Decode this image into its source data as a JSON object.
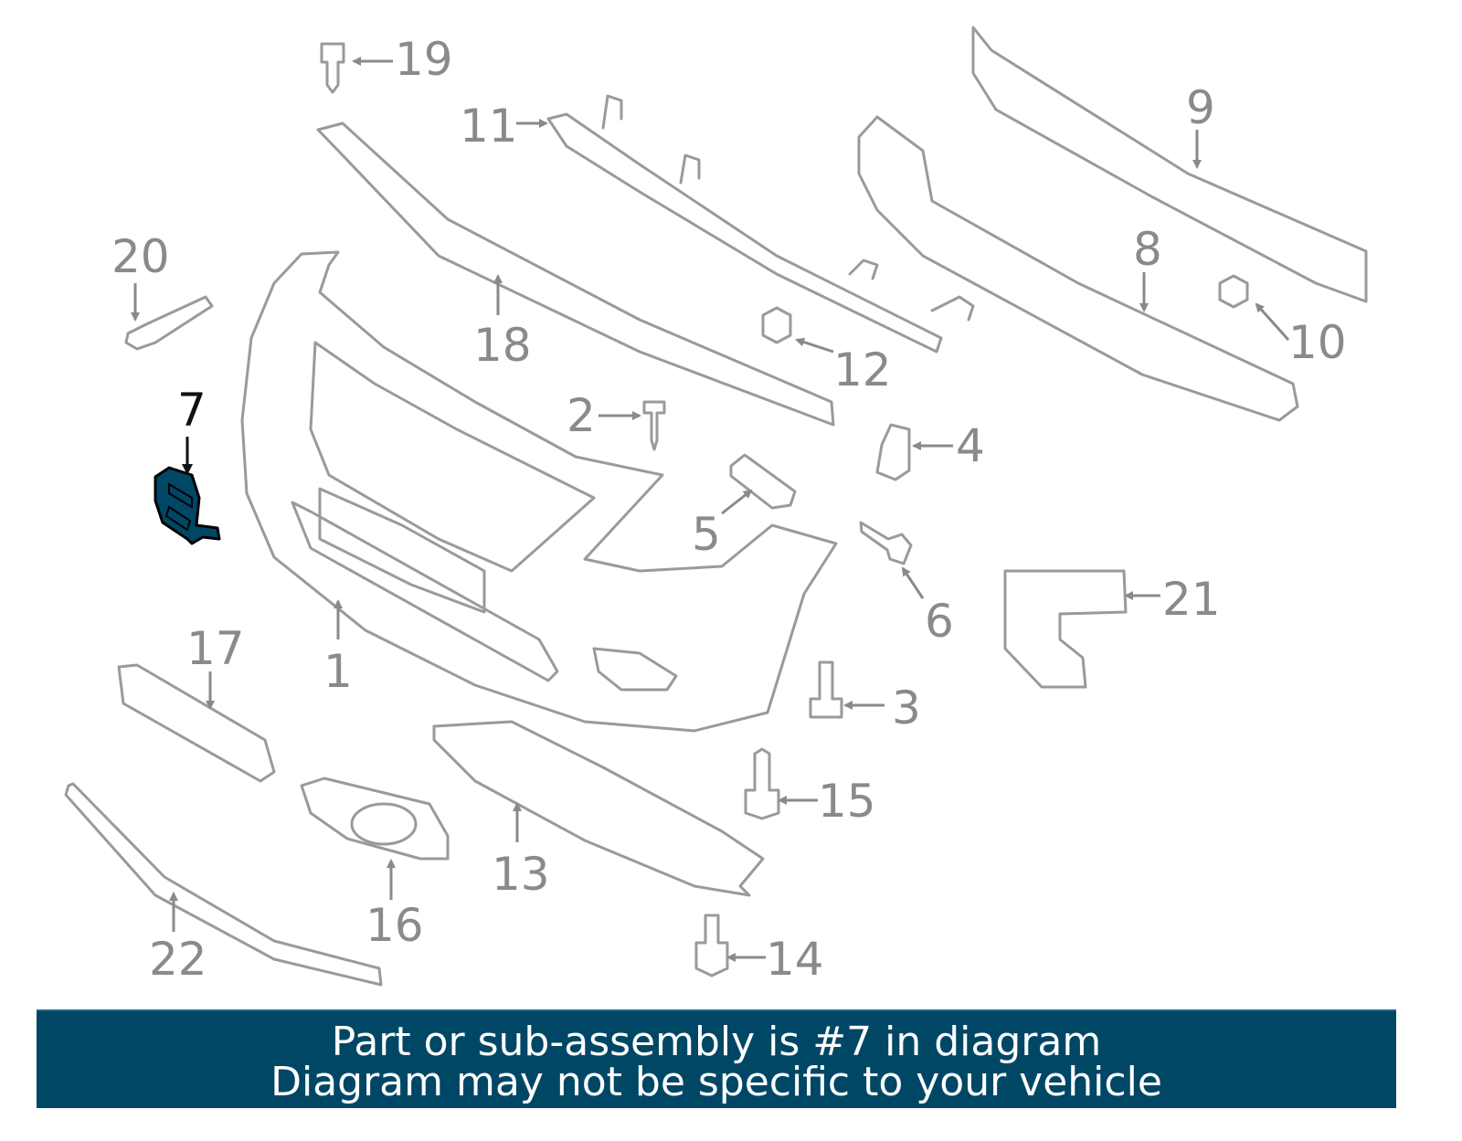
{
  "highlight_color": "#004766",
  "line_color": "#9a9a9a",
  "callouts": {
    "c1": "1",
    "c2": "2",
    "c3": "3",
    "c4": "4",
    "c5": "5",
    "c6": "6",
    "c7": "7",
    "c8": "8",
    "c9": "9",
    "c10": "10",
    "c11": "11",
    "c12": "12",
    "c13": "13",
    "c14": "14",
    "c15": "15",
    "c16": "16",
    "c17": "17",
    "c18": "18",
    "c19": "19",
    "c20": "20",
    "c21": "21",
    "c22": "22"
  },
  "banner": {
    "line1": "Part or sub-assembly is #7 in diagram",
    "line2": "Diagram may not be specific to your vehicle"
  }
}
